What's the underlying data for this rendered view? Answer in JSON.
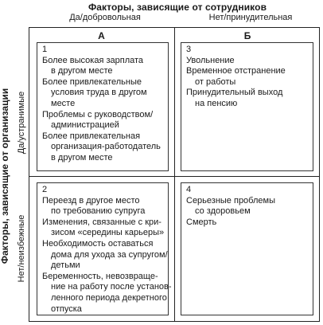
{
  "header": {
    "top_title": "Факторы, зависящие от сотрудников",
    "col_yes": "Да/добровольная",
    "col_no": "Нет/принудительная",
    "side_title": "Факторы, зависящие от организации",
    "row_yes": "Да/устранимые",
    "row_no": "Нет/неизбежные",
    "head_a": "А",
    "head_b": "Б"
  },
  "cells": {
    "c1": {
      "number": "1",
      "items": [
        [
          "Более высокая зарплата",
          "в другом месте"
        ],
        [
          "Более привлекательные",
          "условия труда в другом",
          "месте"
        ],
        [
          "Проблемы с руководством/",
          "администрацией"
        ],
        [
          "Более привлекательная",
          "организация-работодатель",
          "в другом месте"
        ]
      ]
    },
    "c2": {
      "number": "2",
      "items": [
        [
          "Переезд в другое место",
          "по требованию супруга"
        ],
        [
          "Изменения, связанные с кри-",
          "зисом «середины карьеры»"
        ],
        [
          "Необходимость оставаться",
          "дома для ухода за супругом/",
          "детьми"
        ],
        [
          "Беременность, невозвраще-",
          "ние на работу после установ-",
          "ленного периода декретного",
          "отпуска"
        ]
      ]
    },
    "c3": {
      "number": "3",
      "items": [
        [
          "Увольнение"
        ],
        [
          "Временное отстранение",
          "от работы"
        ],
        [
          "Принудительный выход",
          "на пенсию"
        ]
      ]
    },
    "c4": {
      "number": "4",
      "items": [
        [
          "Серьезные проблемы",
          "со здоровьем"
        ],
        [
          "Смерть"
        ]
      ]
    }
  }
}
